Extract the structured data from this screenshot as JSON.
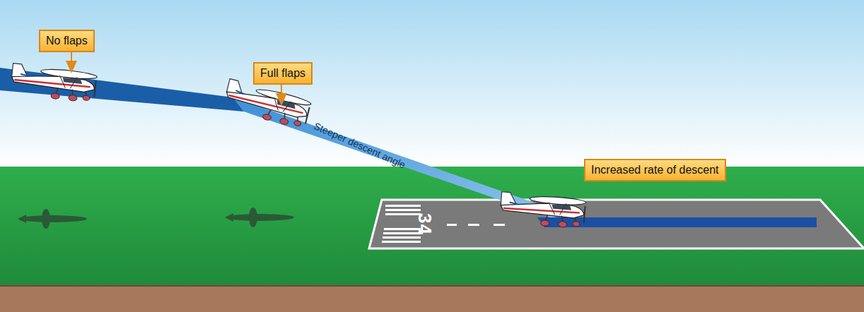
{
  "diagram": {
    "nodes": [
      {
        "text": [
          "No flaps"
        ]
      },
      {
        "text": [
          "Full flaps"
        ]
      },
      {
        "text": [
          "Increased rate of descent"
        ]
      }
    ],
    "labels": [
      "Steeper descent angle",
      "34"
    ]
  }
}
